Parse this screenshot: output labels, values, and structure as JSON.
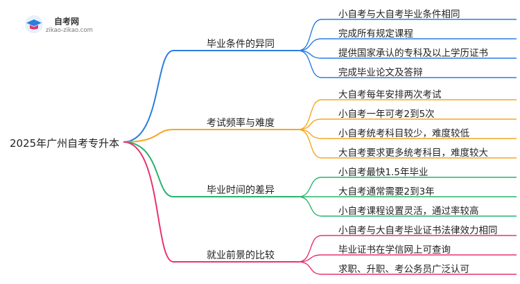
{
  "logo": {
    "title": "自考网",
    "url": "zikao-zikao.com"
  },
  "root": {
    "label": "2025年广州自考专升本"
  },
  "branches": [
    {
      "label": "毕业条件的异同",
      "color": "#2a7de1",
      "leaves": [
        "小自考与大自考毕业条件相同",
        "完成所有规定课程",
        "提供国家承认的专科及以上学历证书",
        "完成毕业论文及答辩"
      ]
    },
    {
      "label": "考试频率与难度",
      "color": "#f5a623",
      "leaves": [
        "大自考每年安排两次考试",
        "小自考一年可考2到5次",
        "小自考统考科目较少，难度较低",
        "大自考要求更多统考科目，难度较大"
      ]
    },
    {
      "label": "毕业时间的差异",
      "color": "#27b36a",
      "leaves": [
        "小自考最快1.5年毕业",
        "大自考通常需要2到3年",
        "小自考课程设置灵活，通过率较高"
      ]
    },
    {
      "label": "就业前景的比较",
      "color": "#e8326e",
      "leaves": [
        "小自考与大自考毕业证书法律效力相同",
        "毕业证书在学信网上可查询",
        "求职、升职、考公务员广泛认可"
      ]
    }
  ]
}
